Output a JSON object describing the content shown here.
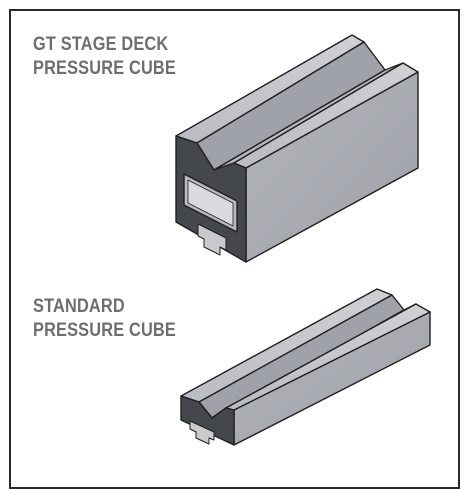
{
  "colors": {
    "frame": "#2a2a2a",
    "label": "#6e6e70",
    "face_light": "#c3c5ca",
    "face_mid": "#a7aab0",
    "face_dark": "#44474c",
    "outline": "#202022"
  },
  "products": [
    {
      "id": "gt-stage-deck",
      "title_lines": [
        "GT STAGE DECK",
        "PRESSURE CUBE"
      ]
    },
    {
      "id": "standard",
      "title_lines": [
        "STANDARD",
        "PRESSURE CUBE"
      ]
    }
  ]
}
